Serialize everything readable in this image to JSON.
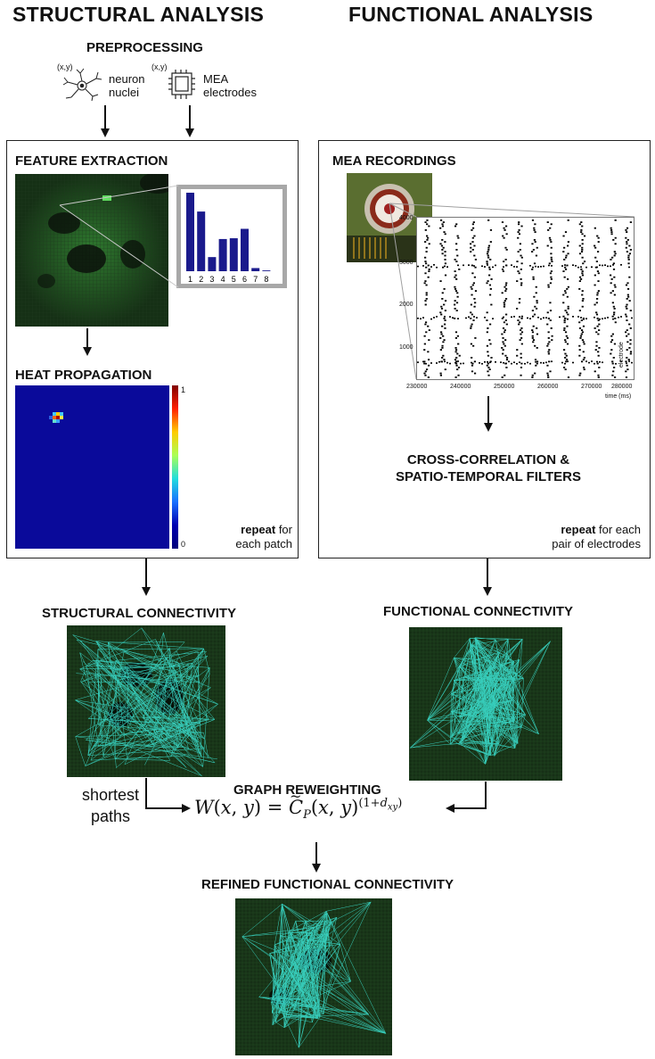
{
  "columns": {
    "structural_title": "STRUCTURAL ANALYSIS",
    "functional_title": "FUNCTIONAL ANALYSIS"
  },
  "preprocessing": {
    "title": "PREPROCESSING",
    "neuron_coord": "(x,y)",
    "neuron_label_1": "neuron",
    "neuron_label_2": "nuclei",
    "mea_coord": "(x,y)",
    "mea_label_1": "MEA",
    "mea_label_2": "electrodes"
  },
  "feature_extraction": {
    "title": "FEATURE EXTRACTION",
    "histogram": {
      "categories": [
        "1",
        "2",
        "3",
        "4",
        "5",
        "6",
        "7",
        "8"
      ],
      "values": [
        100,
        76,
        18,
        41,
        42,
        54,
        4,
        1
      ]
    }
  },
  "heat_propagation": {
    "title": "HEAT PROPAGATION",
    "scale_max": "1",
    "scale_min": "0",
    "repeat_bold": "repeat",
    "repeat_rest": " for",
    "repeat_line2": "each patch"
  },
  "mea_recordings": {
    "title": "MEA RECORDINGS",
    "raster": {
      "y_ticks": [
        "4000",
        "3000",
        "2000",
        "1000"
      ],
      "x_ticks": [
        "230000",
        "240000",
        "250000",
        "260000",
        "270000",
        "280000"
      ],
      "xlabel": "time (ms)",
      "ylabel": "electrode"
    }
  },
  "cross_correlation": {
    "line1": "CROSS-CORRELATION &",
    "line2": "SPATIO-TEMPORAL FILTERS",
    "repeat_bold": "repeat",
    "repeat_rest": " for each",
    "repeat_line2": "pair of electrodes"
  },
  "structural_connectivity": {
    "title": "STRUCTURAL CONNECTIVITY"
  },
  "functional_connectivity": {
    "title": "FUNCTIONAL CONNECTIVITY"
  },
  "graph_reweighting": {
    "title": "GRAPH REWEIGHTING",
    "shortest_1": "shortest",
    "shortest_2": "paths"
  },
  "refined": {
    "title": "REFINED FUNCTIONAL CONNECTIVITY"
  },
  "colors": {
    "histogram_bar": "#1a1a8c",
    "connectivity_line": "#3de8d8",
    "heatmap_bg": "#0a0a9a"
  }
}
